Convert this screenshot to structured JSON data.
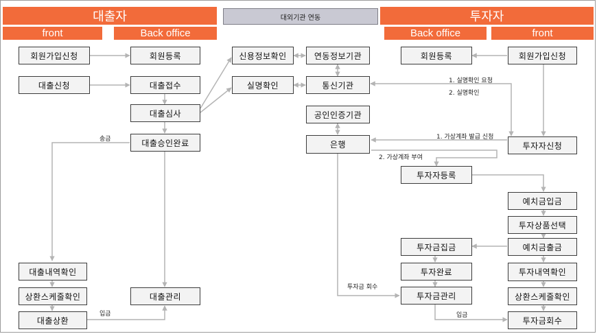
{
  "headers": {
    "left_title": "대출자",
    "right_title": "투자자",
    "middle_title": "대외기관 연동",
    "left_front": "front",
    "left_back": "Back office",
    "right_back": "Back office",
    "right_front": "front"
  },
  "borrower_front": {
    "signup": "회원가입신청",
    "loan_apply": "대출신청",
    "loan_history": "대출내역확인",
    "repay_schedule": "상환스케줄확인",
    "loan_repay": "대출상환"
  },
  "borrower_back": {
    "member_register": "회원등록",
    "loan_receipt": "대출접수",
    "loan_review": "대출심사",
    "loan_approval": "대출승인완료",
    "loan_manage": "대출관리"
  },
  "external": {
    "credit_check": "신용정보확인",
    "credit_agency": "연동정보기관",
    "real_name": "실명확인",
    "telecom": "통신기관",
    "cert_agency": "공인인증기관",
    "bank": "은행"
  },
  "investor_back": {
    "member_register": "회원등록",
    "investor_register": "투자자등록",
    "invest_collect": "투자금집금",
    "invest_complete": "투자완료",
    "invest_manage": "투자금관리"
  },
  "investor_front": {
    "signup": "회원가입신청",
    "investor_apply": "투자자신청",
    "deposit_in": "예치금입금",
    "product_select": "투자상품선택",
    "deposit_out": "예치금출금",
    "invest_history": "투자내역확인",
    "repay_schedule": "상환스케줄확인",
    "invest_recover": "투자금회수"
  },
  "labels": {
    "remit": "송금",
    "deposit_left": "입금",
    "verify_request": "1. 실명확인 요청",
    "verify": "2. 실명확인",
    "vaccount_request": "1. 가상계좌 발급 신청",
    "vaccount_assign": "2. 가상계좌 부여",
    "invest_return": "투자금 회수",
    "deposit_right": "입금"
  }
}
